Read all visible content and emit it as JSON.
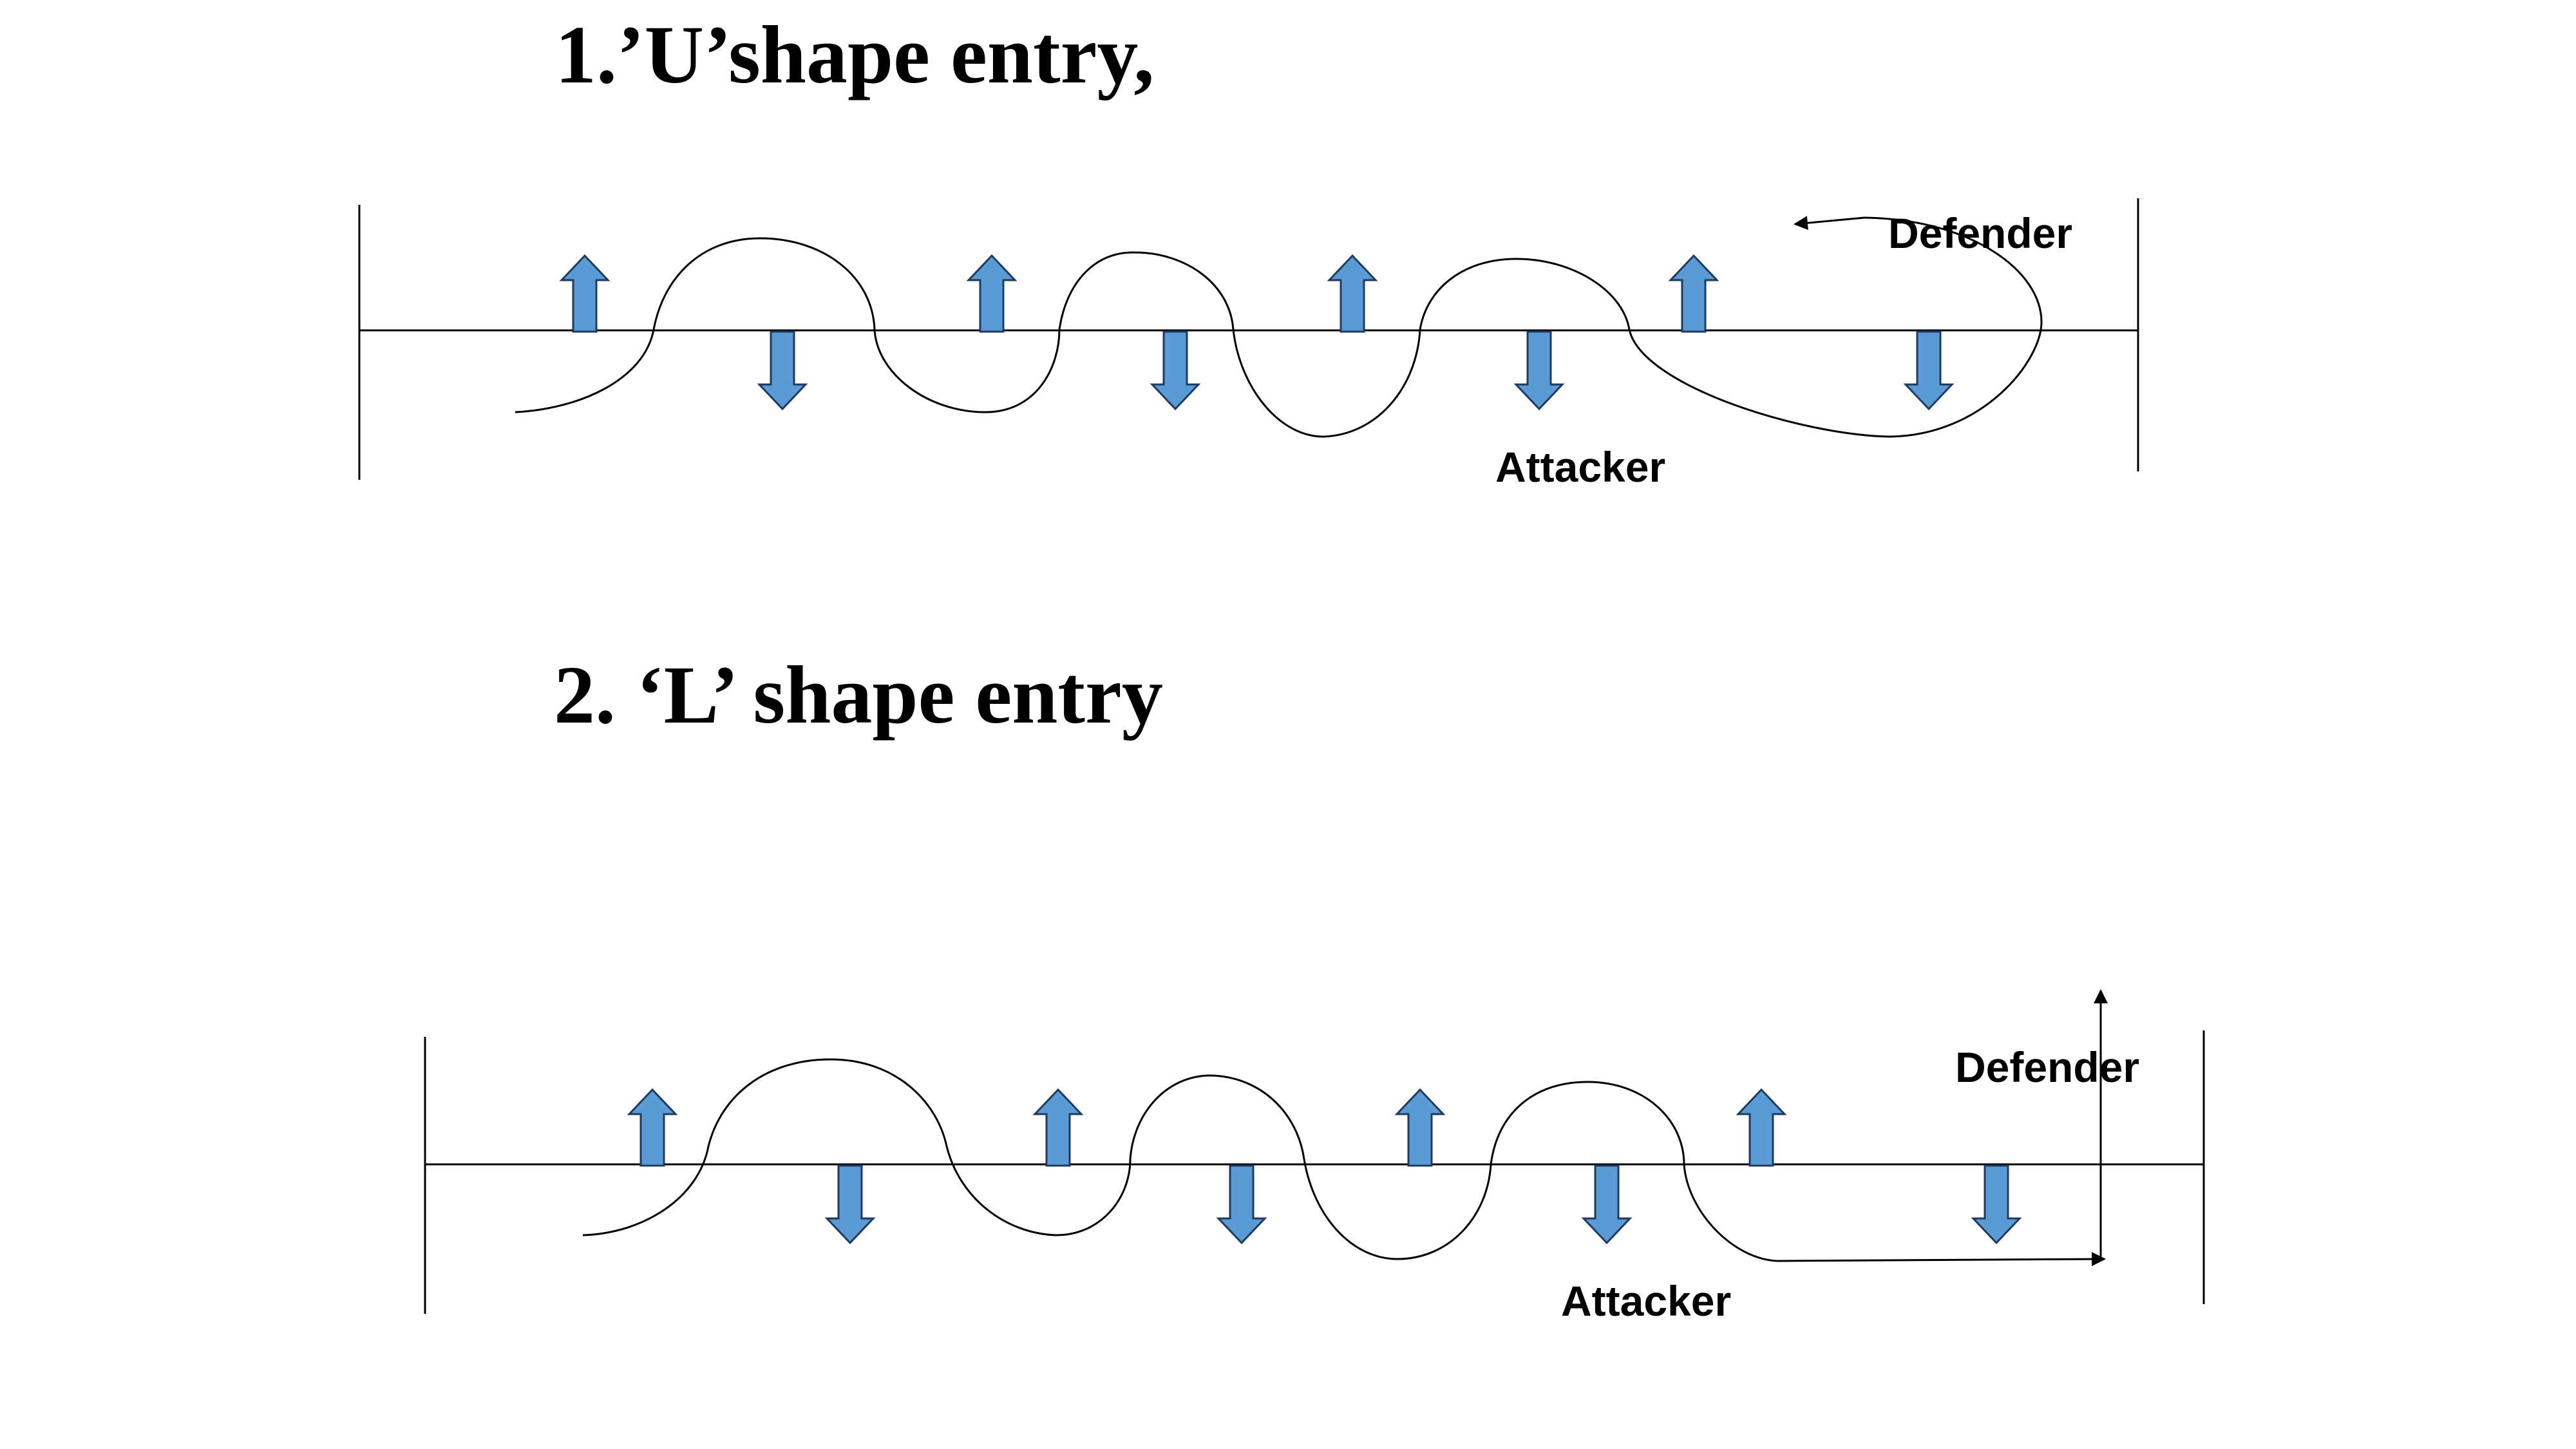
{
  "colors": {
    "arrow_fill": "#5b9bd5",
    "arrow_stroke": "#1f3a5f",
    "line": "#000000"
  },
  "diagram_1": {
    "title": "1.’U’shape entry,",
    "defender_label": "Defender",
    "attacker_label": "Attacker",
    "description": "",
    "arrows": [
      "up",
      "down",
      "up",
      "down",
      "up",
      "down",
      "up",
      "down"
    ]
  },
  "diagram_2": {
    "title": "2. ‘L’ shape entry",
    "defender_label": "Defender",
    "attacker_label": "Attacker",
    "arrows": [
      "up",
      "down",
      "up",
      "down",
      "up",
      "down",
      "up",
      "down"
    ]
  }
}
